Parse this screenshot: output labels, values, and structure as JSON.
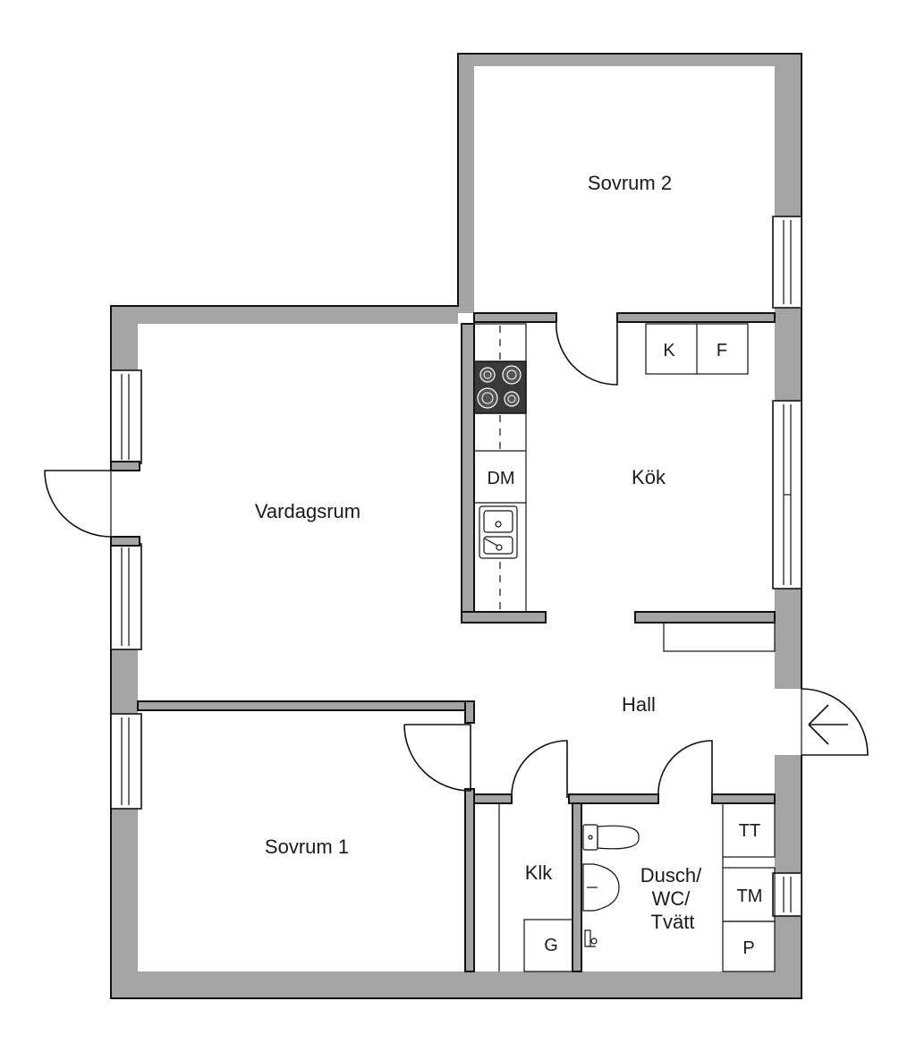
{
  "rooms": {
    "sovrum2": "Sovrum 2",
    "vardagsrum": "Vardagsrum",
    "kok": "Kök",
    "hall": "Hall",
    "sovrum1": "Sovrum 1",
    "klk": "Klk",
    "bath_line1": "Dusch/",
    "bath_line2": "WC/",
    "bath_line3": "Tvätt"
  },
  "fixtures": {
    "k": "K",
    "f": "F",
    "dm": "DM",
    "tt": "TT",
    "tm": "TM",
    "p": "P",
    "g": "G"
  },
  "colors": {
    "wall": "#a4a4a4",
    "line": "#111111",
    "stove": "#3a3a3a"
  }
}
